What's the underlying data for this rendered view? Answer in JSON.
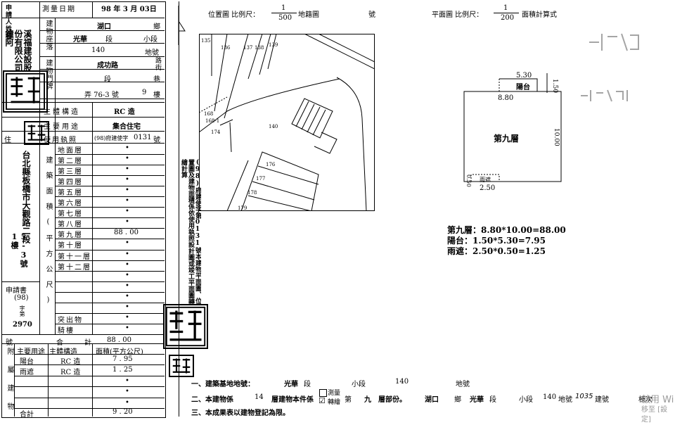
{
  "applicant": {
    "label": "申請人姓名",
    "name": "溪福建設股份有限公司鐘阿"
  },
  "survey_date": {
    "label": "測量日期",
    "value": "98 年 3 月 03日"
  },
  "location": {
    "label": "建物座落",
    "town": "湖口",
    "town_suffix": "鄉",
    "section": "光華",
    "section_suffix": "段",
    "subsection_suffix": "小段",
    "lot_no": "140",
    "lot_suffix": "地號"
  },
  "door": {
    "label": "建物門牌",
    "road": "成功路",
    "road_suffix": "路街",
    "section_suffix": "段",
    "lane_suffix": "巷",
    "alley": "弄 76-3 號",
    "floor": "9",
    "floor_suffix": "樓"
  },
  "main_structure": {
    "label": "主體構造",
    "value": "RC 造"
  },
  "main_use": {
    "label": "主要用途",
    "value": "集合住宅"
  },
  "use_permit": {
    "label": "使用執照",
    "prefix": "(98)府建使字",
    "number": "0131",
    "suffix": "號"
  },
  "address_label": "住",
  "address_vertical": "台北縣板橋市大觀路二段",
  "address_no": "5-3號1樓",
  "area_section_label": "建築面積(平方公尺)",
  "floors": [
    {
      "name": "地面層",
      "area": "•"
    },
    {
      "name": "第二層",
      "area": "•"
    },
    {
      "name": "第三層",
      "area": "•"
    },
    {
      "name": "第四層",
      "area": "•"
    },
    {
      "name": "第五層",
      "area": "•"
    },
    {
      "name": "第六層",
      "area": "•"
    },
    {
      "name": "第七層",
      "area": "•"
    },
    {
      "name": "第八層",
      "area": "•"
    },
    {
      "name": "第九層",
      "area": "88 . 00"
    },
    {
      "name": "第十層",
      "area": "•"
    },
    {
      "name": "第十一層",
      "area": "•"
    },
    {
      "name": "第十二層",
      "area": "•"
    },
    {
      "name": "",
      "area": "•"
    },
    {
      "name": "",
      "area": "•"
    },
    {
      "name": "",
      "area": "•"
    },
    {
      "name": "",
      "area": "•"
    },
    {
      "name": "突出物",
      "area": "•"
    },
    {
      "name": "騎樓",
      "area": "•"
    }
  ],
  "total_row": {
    "label": "合計",
    "value": "88 . 00"
  },
  "application": {
    "label": "申請書",
    "year": "(98)",
    "word": "字第",
    "number": "2970",
    "suffix": "號"
  },
  "annex": {
    "label": "附屬建物",
    "headers": [
      "主要用途",
      "主體構造",
      "面積(平方公尺)"
    ],
    "rows": [
      {
        "use": "陽台",
        "structure": "RC 造",
        "area": "7 . 95"
      },
      {
        "use": "雨遮",
        "structure": "RC 造",
        "area": "1 . 25"
      },
      {
        "use": "",
        "structure": "",
        "area": "•"
      },
      {
        "use": "",
        "structure": "",
        "area": "•"
      },
      {
        "use": "",
        "structure": "",
        "area": "•"
      }
    ],
    "total_label": "合計",
    "total_value": "9 . 20"
  },
  "site_plan": {
    "title": "位置圖 比例尺：",
    "scale_num": "1",
    "scale_den": "500",
    "suffix": "地籍圖",
    "no_label": "號",
    "lots": [
      "135",
      "136",
      "137",
      "138",
      "139",
      "168",
      "168-1",
      "174",
      "140",
      "176",
      "177",
      "178",
      "179"
    ]
  },
  "floor_plan": {
    "title": "平面圖 比例尺：",
    "scale_num": "1",
    "scale_den": "200",
    "suffix": "面積計算式",
    "dims": {
      "top": "5.30",
      "right_small": "1.50",
      "balcony_width": "8.80",
      "height": "10.00",
      "canopy_depth": "0.50",
      "canopy_width": "2.50"
    },
    "balcony_label": "陽台",
    "floor_label": "第九層",
    "canopy_label": "雨遮"
  },
  "calc": [
    "第九層：8.80*10.00=88.00",
    "陽台：1.50*5.30=7.95",
    "雨遮：2.50*0.50=1.25"
  ],
  "side_note": "(98)府建使字第0131號本建物平面圖、位置圖及建物面積係依使用執照設計圖或竣工平面圖轉繪計算",
  "notes": {
    "line1": {
      "prefix": "一、建築基地地號：",
      "section": "光華",
      "section_suffix": "段",
      "subsection_suffix": "小段",
      "lot": "140",
      "lot_suffix": "地號"
    },
    "line2": {
      "prefix": "二、本建物係",
      "floors": "14",
      "mid": "層建物本件係",
      "opt1": "測量",
      "opt2": "轉繪",
      "mark": "☑",
      "after": "第",
      "floor": "九",
      "after2": "層部份。",
      "town": "湖口",
      "town_suffix": "鄉",
      "section": "光華",
      "section_suffix": "段",
      "sub": "小段",
      "lot": "140",
      "lot_suffix": "地號",
      "build_no": "1035",
      "build_suffix": "建號",
      "end": "棟次"
    },
    "line3": "三、本成果表以建物登記為限。"
  },
  "watermark": {
    "line1": "啟用 Wi",
    "line2": "移至 [設定]"
  }
}
